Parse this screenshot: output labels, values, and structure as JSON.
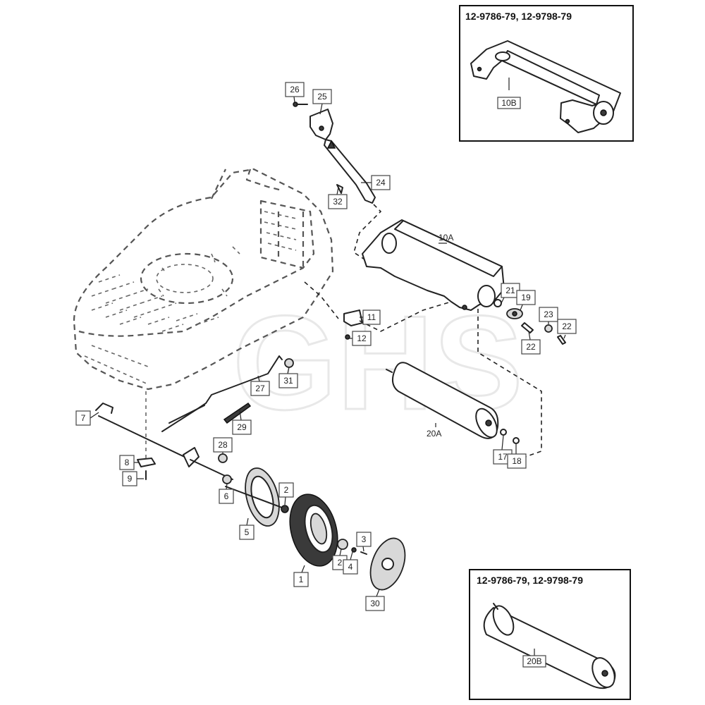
{
  "watermark": "GHS",
  "insets": [
    {
      "title": "12-9786-79, 12-9798-79",
      "part_label": "10B"
    },
    {
      "title": "12-9786-79, 12-9798-79",
      "part_label": "20B"
    }
  ],
  "callouts": {
    "p1": "1",
    "p2a": "2",
    "p2b": "2",
    "p3": "3",
    "p4": "4",
    "p5": "5",
    "p6": "6",
    "p7": "7",
    "p8": "8",
    "p9": "9",
    "p11": "11",
    "p12": "12",
    "p17": "17",
    "p18": "18",
    "p19": "19",
    "p21": "21",
    "p22a": "22",
    "p22b": "22",
    "p23": "23",
    "p24": "24",
    "p25": "25",
    "p26": "26",
    "p27": "27",
    "p28": "28",
    "p29": "29",
    "p30": "30",
    "p31": "31",
    "p32": "32"
  },
  "plain_labels": {
    "roller_top": "10A",
    "roller_bottom": "20A"
  }
}
